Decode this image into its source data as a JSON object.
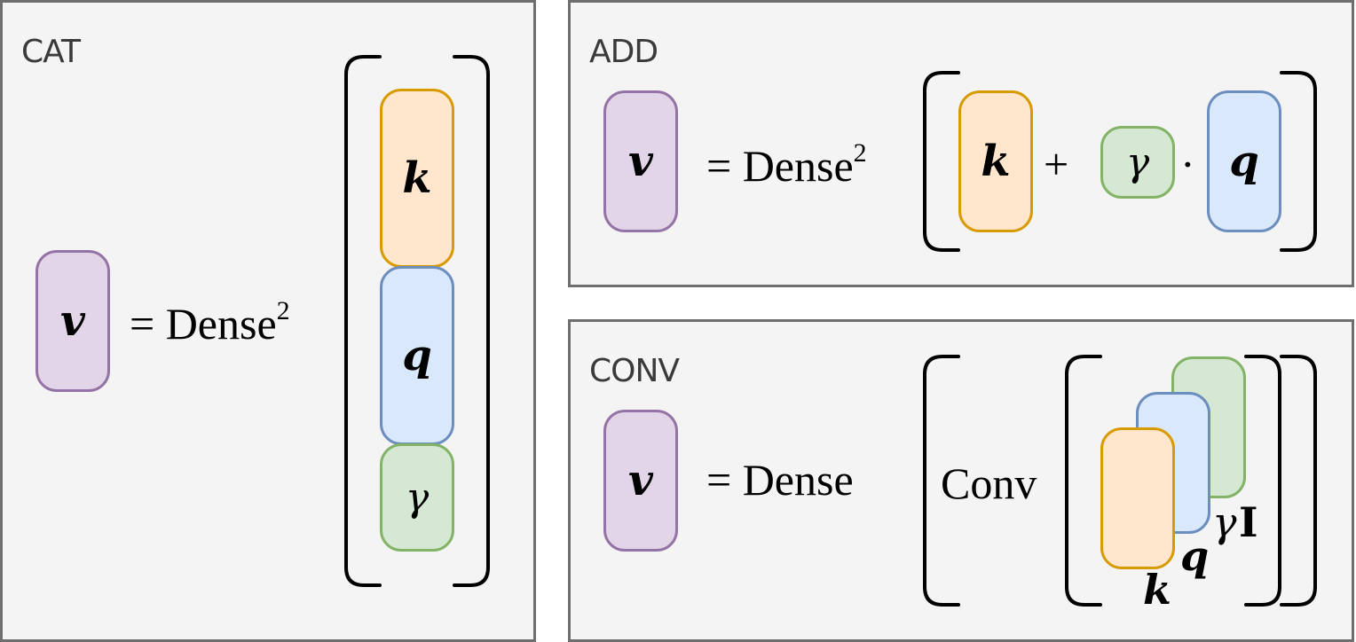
{
  "panels": {
    "cat": {
      "title": "CAT",
      "lhs": "v",
      "equation": "= Dense",
      "exponent": "2",
      "stack": {
        "k": "k",
        "q": "q",
        "gamma": "γ"
      }
    },
    "add": {
      "title": "ADD",
      "lhs": "v",
      "equation": "= Dense",
      "exponent": "2",
      "k": "k",
      "plus": "+",
      "gamma": "γ",
      "dot": "·",
      "q": "q"
    },
    "conv": {
      "title": "CONV",
      "lhs": "v",
      "equation": "= Dense",
      "conv": "Conv",
      "k_label": "k",
      "q_label": "q",
      "gamma_label": "γ",
      "identity_label": "I"
    }
  },
  "colors": {
    "panel_bg": "#f4f4f4",
    "panel_border": "#6e6e6e",
    "purple_fill": "#e1d5e7",
    "purple_stroke": "#9673a6",
    "orange_fill": "#ffe6cc",
    "orange_stroke": "#d79b00",
    "blue_fill": "#dae8fc",
    "blue_stroke": "#6c8ebf",
    "green_fill": "#d5e8d4",
    "green_stroke": "#82b366"
  }
}
